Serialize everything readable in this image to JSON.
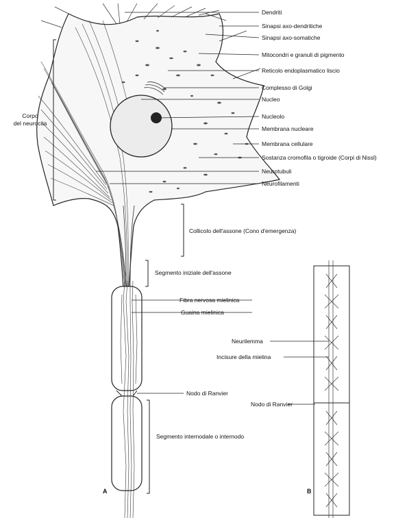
{
  "figure": {
    "panel_a": "A",
    "panel_b": "B",
    "labels": {
      "dendriti": "Dendriti",
      "sinapsi_axo_dendritiche": "Sinapsi axo-dendritiche",
      "sinapsi_axo_somatiche": "Sinapsi axo-somatiche",
      "mitocondri": "Mitocondri e granuli di pigmento",
      "reticolo": "Reticolo endoplasmatico liscio",
      "golgi": "Complesso di Golgi",
      "nucleo": "Nucleo",
      "nucleolo": "Nucleolo",
      "membrana_nucleare": "Membrana nucleare",
      "membrana_cellulare": "Membrana cellulare",
      "nissl": "Sostanza cromofila o tigroide (Corpi di Nissl)",
      "neurotubuli": "Neurotubuli",
      "neurofilamenti": "Neurofilamenti",
      "collicolo": "Collicolo dell'assone (Cono d'emergenza)",
      "segmento_iniziale": "Segmento iniziale dell'assone",
      "fibra_mielinica": "Fibra nervosa mielinica",
      "guaina_mielinica": "Guaina mielinica",
      "nodo_ranvier_a": "Nodo di Ranvier",
      "segmento_internodale": "Segmento internodale o internodo",
      "neurilemma": "Neurilemma",
      "incisure": "Incisure della mielina",
      "nodo_ranvier_b": "Nodo di Ranvier",
      "corpo_line1": "Corpo",
      "corpo_line2": "del neurocita"
    }
  }
}
